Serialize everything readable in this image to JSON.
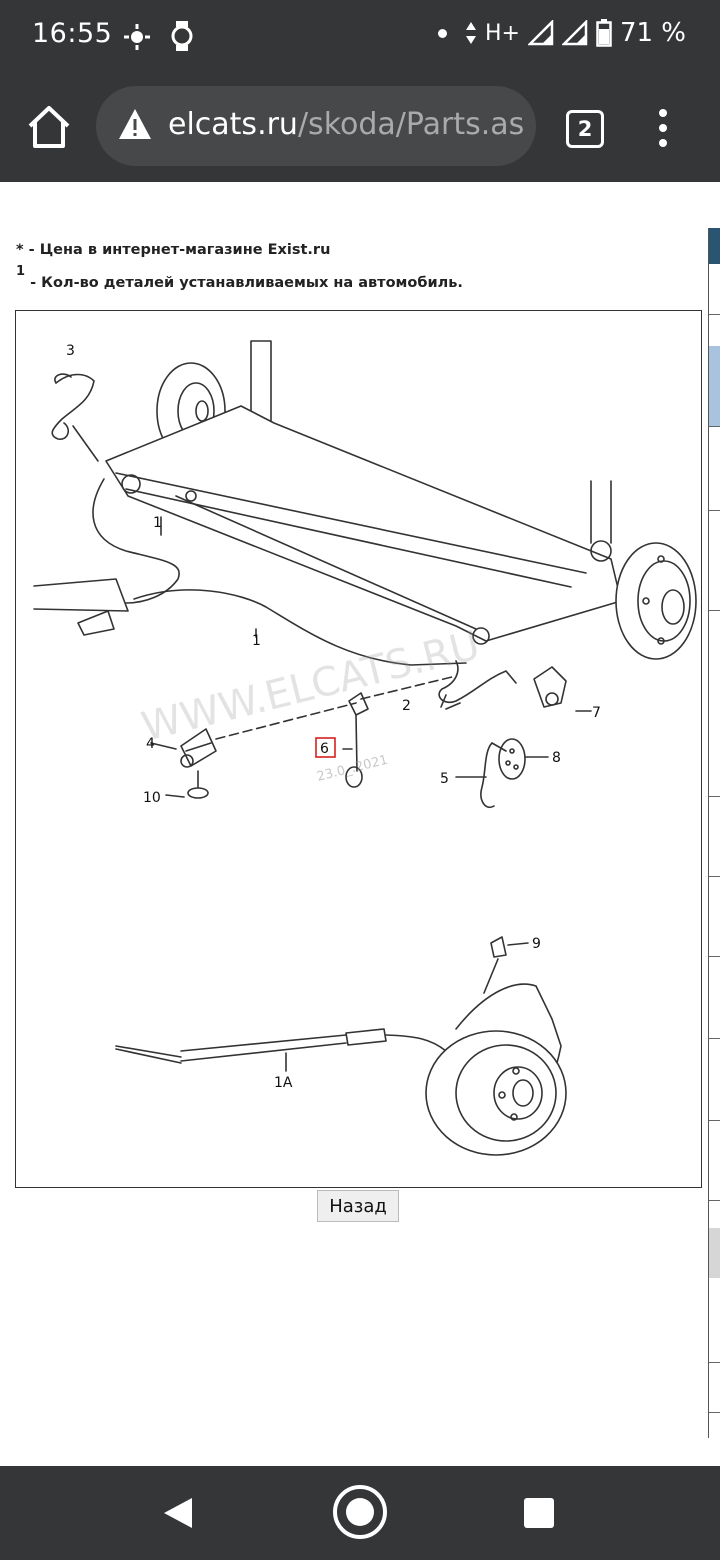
{
  "status_bar": {
    "time": "16:55",
    "network": "H+",
    "battery": "71 %",
    "icons": [
      "location-icon",
      "watch-icon",
      "dot-icon",
      "data-arrows-icon",
      "signal-icon",
      "signal-icon",
      "battery-icon"
    ]
  },
  "browser": {
    "url_host": "elcats.ru",
    "url_path": "/skoda/Parts.as",
    "tab_count": "2",
    "icons": [
      "home-icon",
      "warning-icon",
      "tabs-icon",
      "overflow-menu-icon"
    ]
  },
  "notes": {
    "price_symbol": "*",
    "price_text": " - Цена в интернет-магазине Exist.ru",
    "qty_symbol": "1",
    "qty_text": " - Кол-во деталей устанавливаемых на автомобиль."
  },
  "diagram": {
    "callouts": [
      "3",
      "1",
      "1",
      "2",
      "7",
      "4",
      "6",
      "8",
      "5",
      "10",
      "9",
      "1A"
    ],
    "watermark": "WWW.ELCATS.RU",
    "date_stamp": "23.0_.2021",
    "highlighted_part": "6"
  },
  "back_button": "Назад",
  "nav_bar": {
    "icons": [
      "back-triangle-icon",
      "home-circle-icon",
      "recents-square-icon"
    ]
  }
}
